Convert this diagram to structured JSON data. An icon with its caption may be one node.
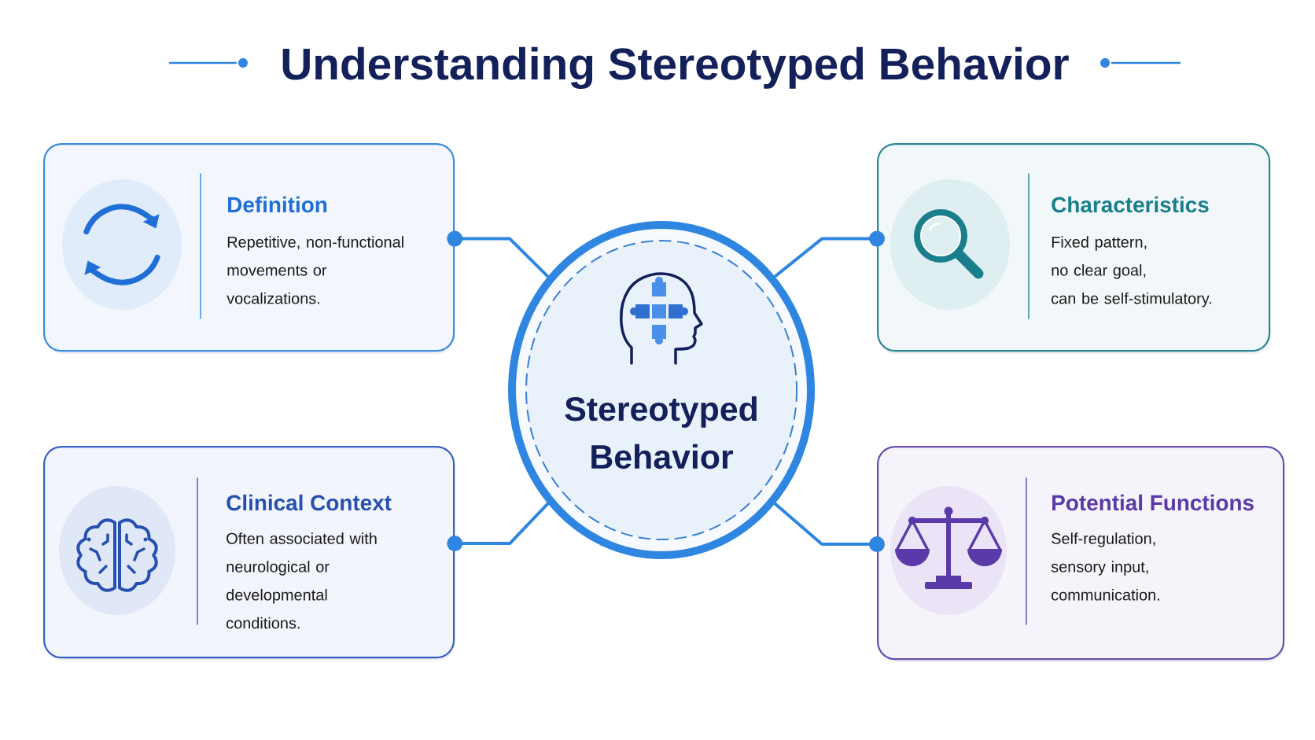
{
  "diagram": {
    "title": "Understanding Stereotyped Behavior",
    "nodes": [
      {
        "text": [
          "Definition",
          "Repetitive, non-functional movements or vocalizations."
        ]
      },
      {
        "text": [
          "Characteristics",
          "Fixed pattern, no clear goal, can be self-stimulatory."
        ]
      },
      {
        "text": [
          "Stereotyped Behavior"
        ]
      },
      {
        "text": [
          "Clinical Context",
          "Often associated with neurological or developmental conditions."
        ]
      },
      {
        "text": [
          "Potential Functions",
          "Self-regulation, sensory input, communication."
        ]
      }
    ],
    "edges": [
      {
        "from": 2,
        "to": 0,
        "arrow": "other"
      },
      {
        "from": 2,
        "to": 1,
        "arrow": "other"
      },
      {
        "from": 2,
        "to": 3,
        "arrow": "other"
      },
      {
        "from": 2,
        "to": 4,
        "arrow": "other"
      }
    ]
  }
}
